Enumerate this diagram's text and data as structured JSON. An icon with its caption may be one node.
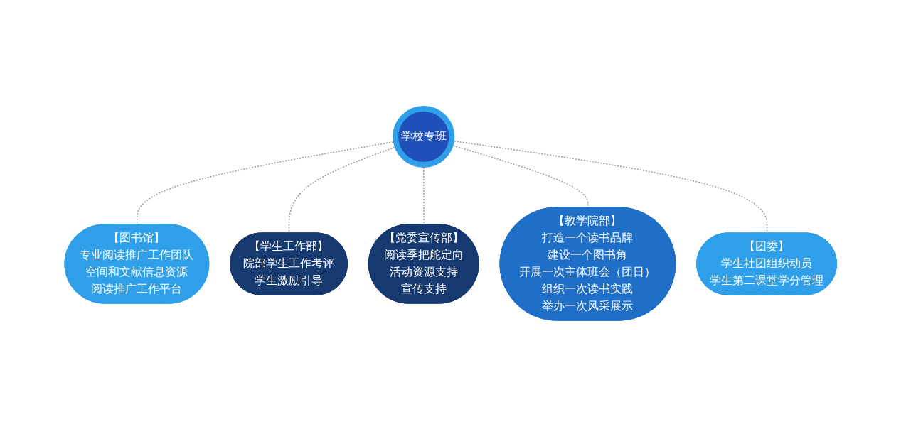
{
  "diagram": {
    "nodes": [
      {
        "text": [
          "学校专班"
        ]
      },
      {
        "text": [
          "【图书馆】",
          "专业阅读推广工作团队",
          "空间和文献信息资源",
          "阅读推广工作平台"
        ]
      },
      {
        "text": [
          "【学生工作部】",
          "院部学生工作考评",
          "学生激励引导"
        ]
      },
      {
        "text": [
          "【党委宣传部】",
          "阅读季把舵定向",
          "活动资源支持",
          "宣传支持"
        ]
      },
      {
        "text": [
          "【教学院部】",
          "打造一个读书品牌",
          "建设一个图书角",
          "开展一次主体班会（团日）",
          "组织一次读书实践",
          "举办一次风采展示"
        ]
      },
      {
        "text": [
          "【团委】",
          "学生社团组织动员",
          "学生第二课堂学分管理"
        ]
      }
    ],
    "edges": [
      {
        "from": 0,
        "to": 1,
        "arrow": "none",
        "style": "dashed"
      },
      {
        "from": 0,
        "to": 2,
        "arrow": "none",
        "style": "dashed"
      },
      {
        "from": 0,
        "to": 3,
        "arrow": "none",
        "style": "dashed"
      },
      {
        "from": 0,
        "to": 4,
        "arrow": "none",
        "style": "dashed"
      },
      {
        "from": 0,
        "to": 5,
        "arrow": "none",
        "style": "dashed"
      }
    ]
  }
}
